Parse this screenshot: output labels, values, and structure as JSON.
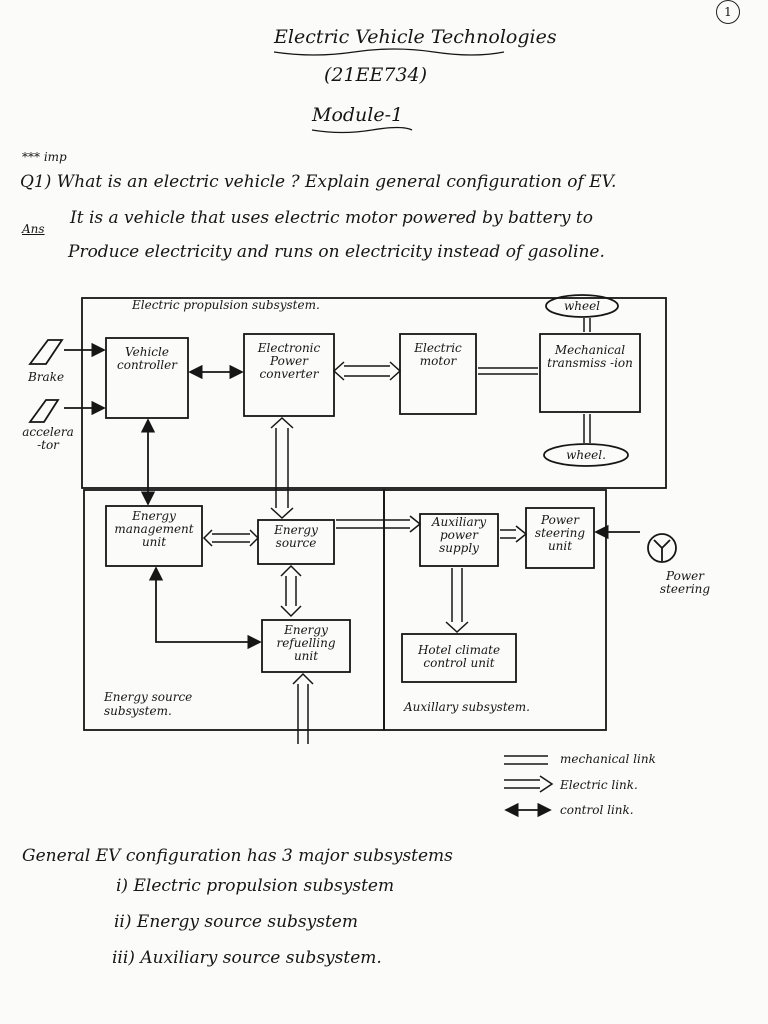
{
  "page_number": "1",
  "header": {
    "title": "Electric Vehicle Technologies",
    "code": "(21EE734)",
    "module": "Module-1"
  },
  "question": {
    "importance": "*** imp",
    "text": "Q1) What is an electric vehicle ? Explain general configuration of EV.",
    "answer_marker": "Ans",
    "answer_line1": "It is a vehicle that uses electric motor powered by battery to",
    "answer_line2": "Produce electricity and runs on electricity instead of gasoline."
  },
  "diagram": {
    "subsystems": {
      "propulsion": "Electric propulsion subsystem.",
      "energy": "Energy source subsystem.",
      "auxiliary": "Auxillary subsystem."
    },
    "inputs": {
      "brake": "Brake",
      "accelerator": "accelera -tor",
      "power_steering": "Power steering"
    },
    "blocks": {
      "vehicle_controller": "Vehicle controller",
      "power_converter": "Electronic Power converter",
      "electric_motor": "Electric motor",
      "mechanical_transmission": "Mechanical transmiss -ion",
      "wheel_top": "wheel",
      "wheel_bottom": "wheel.",
      "energy_management": "Energy management unit",
      "energy_source": "Energy source",
      "energy_refuelling": "Energy refuelling unit",
      "aux_power_supply": "Auxiliary power supply",
      "power_steering_unit": "Power steering unit",
      "hotel_climate": "Hotel climate control unit"
    },
    "legend": {
      "mechanical": "mechanical link",
      "electric": "Electric link.",
      "control": "control link."
    }
  },
  "summary": {
    "intro": "General EV configuration has 3 major subsystems",
    "items": [
      "i) Electric propulsion subsystem",
      "ii) Energy source subsystem",
      "iii) Auxiliary source subsystem."
    ]
  },
  "colors": {
    "ink": "#161616",
    "paper": "#fbfbfa"
  }
}
